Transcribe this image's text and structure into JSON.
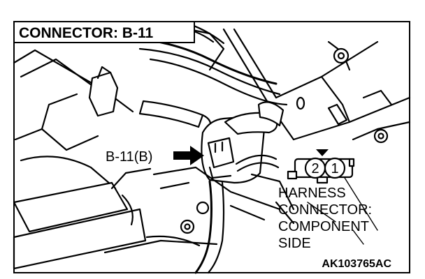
{
  "title": "CONNECTOR: B-11",
  "callout_label": "B-11(B)",
  "harness_note": {
    "line1": "HARNESS",
    "line2": "CONNECTOR:",
    "line3": "COMPONENT",
    "line4": "SIDE"
  },
  "pin_labels": [
    "2",
    "1"
  ],
  "figure_code": "AK103765AC",
  "colors": {
    "ink": "#000000",
    "paper": "#ffffff"
  }
}
